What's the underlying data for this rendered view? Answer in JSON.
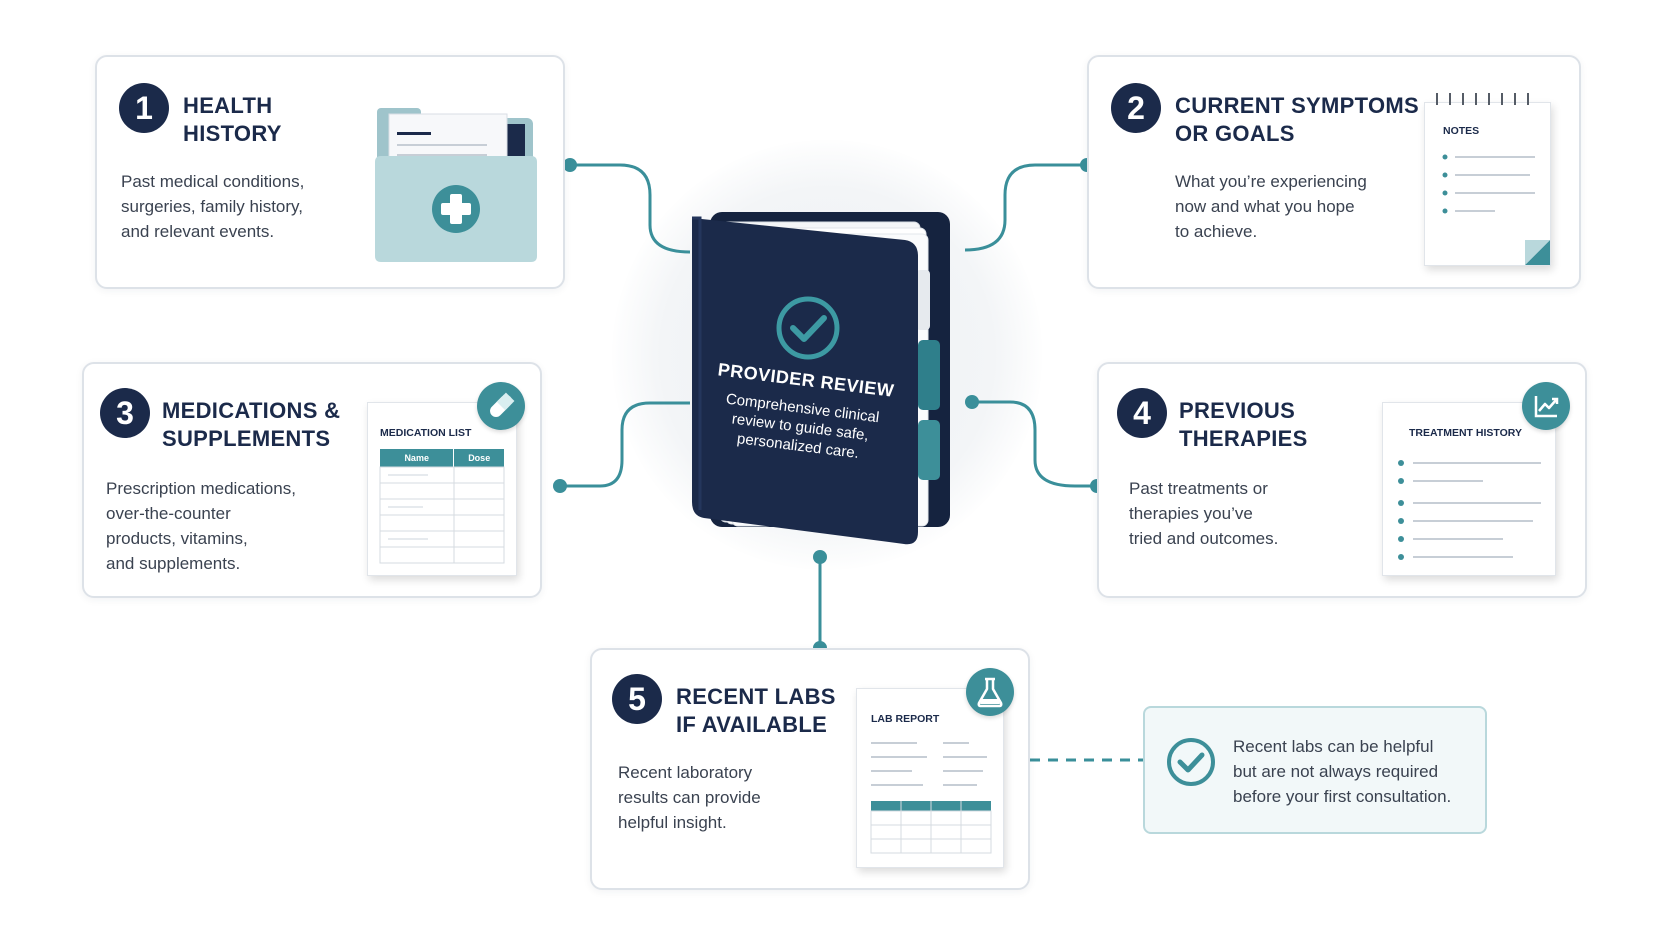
{
  "center": {
    "title": "PROVIDER REVIEW",
    "subtitle_line1": "Comprehensive clinical",
    "subtitle_line2": "review to guide safe,",
    "subtitle_line3": "personalized care."
  },
  "cards": [
    {
      "number": "1",
      "title_line1": "HEALTH",
      "title_line2": "HISTORY",
      "desc": [
        "Past medical conditions,",
        "surgeries, family history,",
        "and relevant events."
      ],
      "icon": "medical-folder-icon"
    },
    {
      "number": "2",
      "title_line1": "CURRENT SYMPTOMS",
      "title_line2": "OR GOALS",
      "desc": [
        "What you’re experiencing",
        "now and what you hope",
        "to achieve."
      ],
      "icon": "notepad-icon",
      "doc_label": "NOTES"
    },
    {
      "number": "3",
      "title_line1": "MEDICATIONS &",
      "title_line2": "SUPPLEMENTS",
      "desc": [
        "Prescription medications,",
        "over-the-counter",
        "products, vitamins,",
        "and supplements."
      ],
      "icon": "pill-icon",
      "doc_label": "MEDICATION LIST",
      "table_headers": [
        "Name",
        "Dose"
      ]
    },
    {
      "number": "4",
      "title_line1": "PREVIOUS",
      "title_line2": "THERAPIES",
      "desc": [
        "Past treatments or",
        "therapies you’ve",
        "tried and outcomes."
      ],
      "icon": "trend-chart-icon",
      "doc_label": "TREATMENT HISTORY"
    },
    {
      "number": "5",
      "title_line1": "RECENT LABS",
      "title_line2": "IF AVAILABLE",
      "desc": [
        "Recent laboratory",
        "results can provide",
        "helpful insight."
      ],
      "icon": "flask-icon",
      "doc_label": "LAB REPORT"
    }
  ],
  "note": {
    "lines": [
      "Recent labs can be helpful",
      "but are not always required",
      "before your first consultation."
    ],
    "icon": "check-circle-icon"
  },
  "colors": {
    "navy": "#1b2a4a",
    "teal": "#3d8f99",
    "connector": "#3a8f9a",
    "card_border": "#dde2e8",
    "note_bg": "#f2f8f9"
  }
}
